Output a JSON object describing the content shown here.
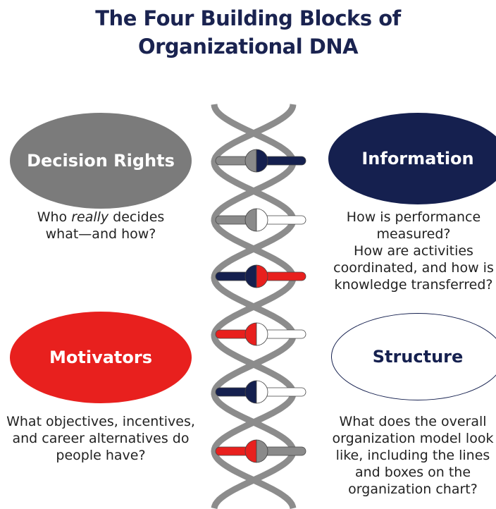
{
  "title": {
    "line1": "The Four Building Blocks of",
    "line2": "Organizational DNA"
  },
  "blocks": {
    "decision_rights": {
      "label": "Decision Rights",
      "desc_pre": "Who ",
      "desc_em": "really",
      "desc_post": " decides",
      "desc_line2": "what—and how?",
      "color": "#7b7b7b"
    },
    "information": {
      "label": "Information",
      "lines": [
        "How is performance",
        "measured?",
        "How are activities",
        "coordinated, and how is",
        "knowledge transferred?"
      ],
      "color": "#15204f"
    },
    "motivators": {
      "label": "Motivators",
      "lines": [
        "What objectives, incentives,",
        "and career alternatives do",
        "people have?"
      ],
      "color": "#e8201e"
    },
    "structure": {
      "label": "Structure",
      "lines": [
        "What does the overall",
        "organization model look",
        "like, including the lines",
        "and boxes on the",
        "organization chart?"
      ],
      "color": "#ffffff",
      "text_color": "#15204f"
    }
  },
  "helix_rungs": [
    {
      "left": "#8a8a8a",
      "right": "#15204f"
    },
    {
      "left": "#8a8a8a",
      "right": "#ffffff"
    },
    {
      "left": "#15204f",
      "right": "#e8201e"
    },
    {
      "left": "#e8201e",
      "right": "#ffffff"
    },
    {
      "left": "#15204f",
      "right": "#ffffff"
    },
    {
      "left": "#e8201e",
      "right": "#8a8a8a"
    }
  ]
}
